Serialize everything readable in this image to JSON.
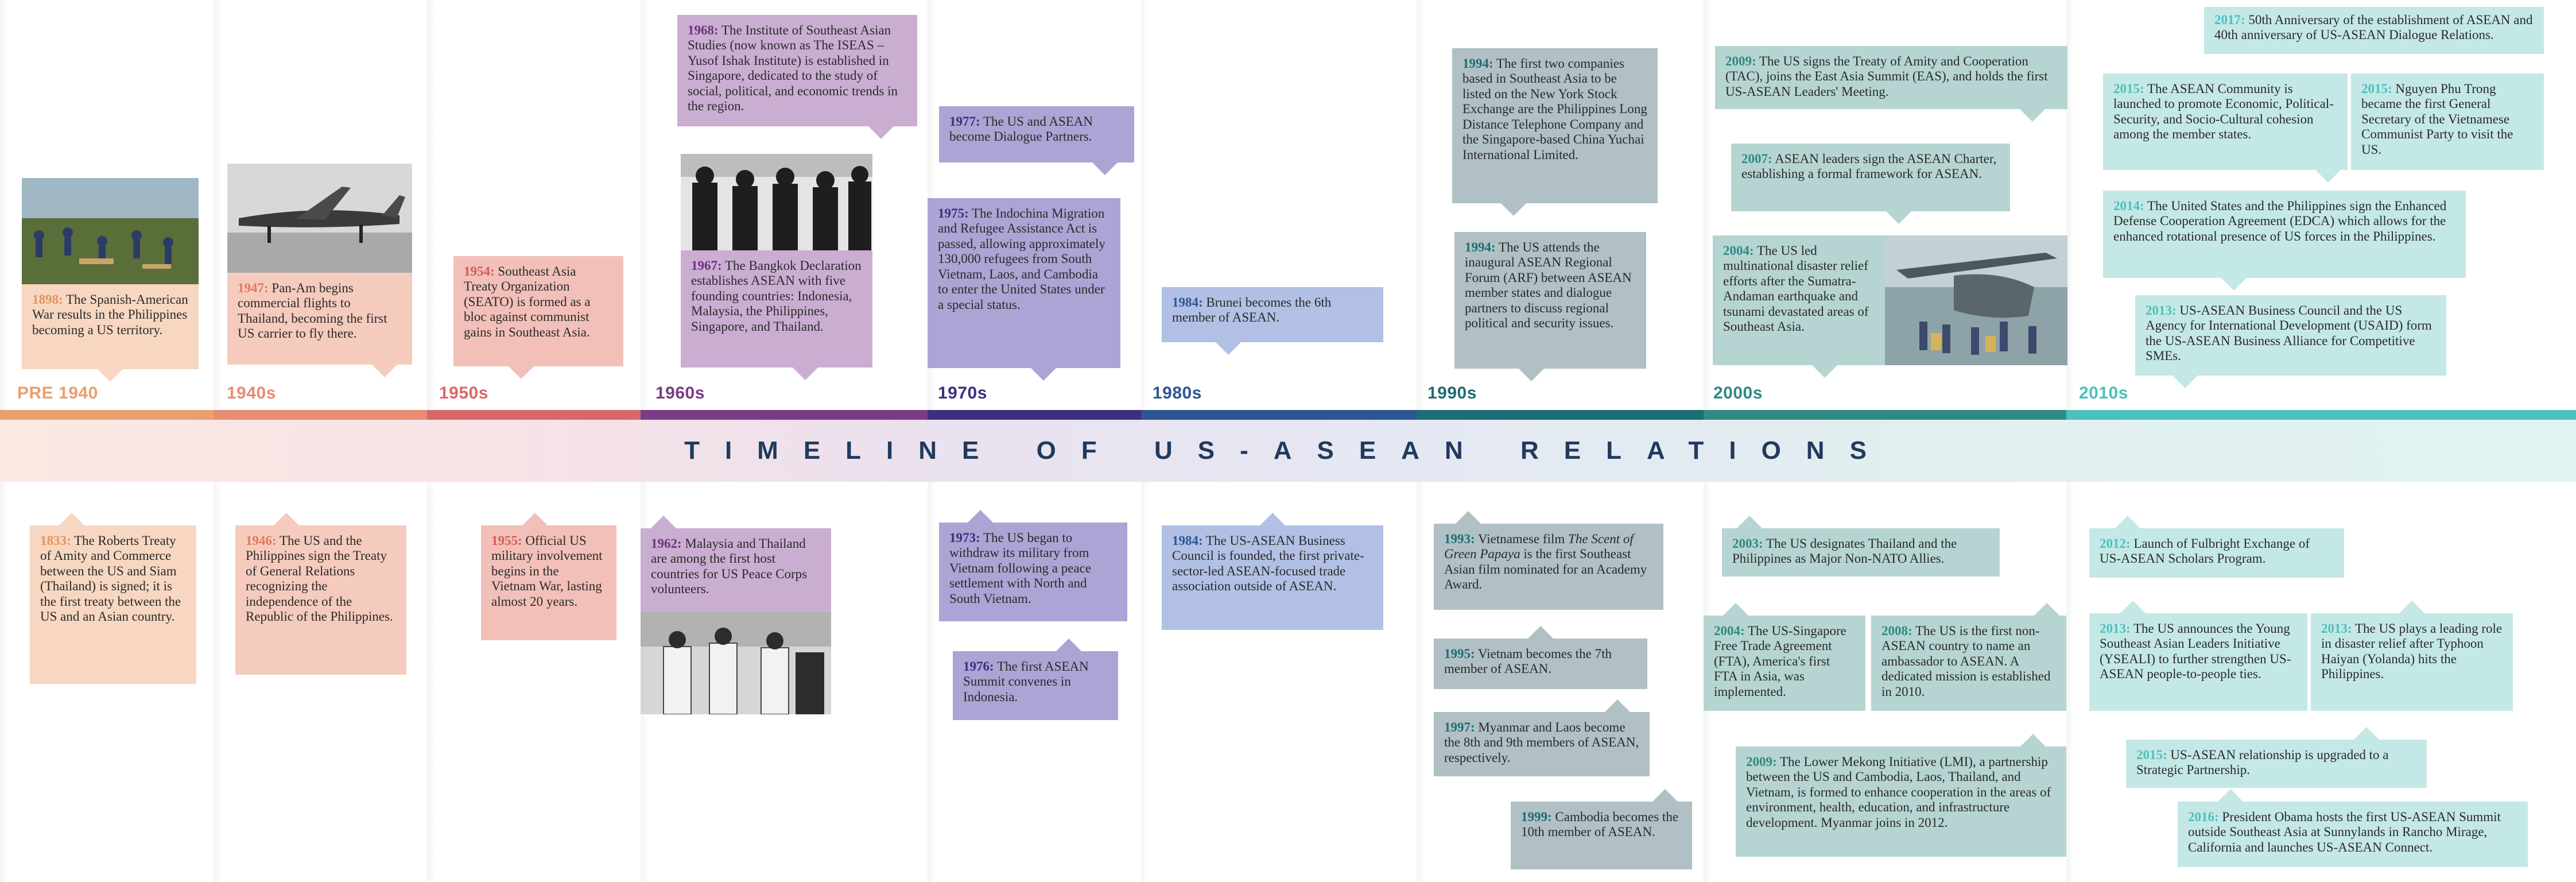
{
  "title": "TIMELINE OF US-ASEAN RELATIONS",
  "colors": {
    "pre1940": "#e9a06c",
    "1940s": "#e88c72",
    "1950s": "#d9676a",
    "1960s": "#7a3b86",
    "1970s": "#3c2f7f",
    "1980s": "#2d5591",
    "1990s": "#1d6d74",
    "2000s": "#2f8a82",
    "2010s": "#4cc0bb"
  },
  "decades": [
    "PRE 1940",
    "1940s",
    "1950s",
    "1960s",
    "1970s",
    "1980s",
    "1990s",
    "2000s",
    "2010s"
  ],
  "events": {
    "e1898": {
      "year": "1898:",
      "text": " The Spanish-American War results in the Philippines becoming a US territory."
    },
    "e1947": {
      "year": "1947:",
      "text": " Pan-Am begins commercial flights to Thailand, becoming the first US carrier to fly there."
    },
    "e1954": {
      "year": "1954:",
      "text": " Southeast Asia Treaty Organization (SEATO) is formed as a bloc against communist gains in Southeast Asia."
    },
    "e1968": {
      "year": "1968:",
      "text": " The Institute of Southeast Asian Studies (now known as The ISEAS – Yusof Ishak Institute) is established in Singapore, dedicated to the study of social, political, and economic trends in the region."
    },
    "e1967": {
      "year": "1967:",
      "text": " The Bangkok Declaration establishes ASEAN with five founding countries: Indonesia, Malaysia, the Philippines, Singapore, and Thailand."
    },
    "e1977": {
      "year": "1977:",
      "text": " The US and ASEAN become Dialogue Partners."
    },
    "e1975": {
      "year": "1975:",
      "text": " The Indochina Migration and Refugee Assistance Act is passed, allowing approximately 130,000 refugees from South Vietnam, Laos, and Cambodia to enter the United States under a special status."
    },
    "e1984a": {
      "year": "1984:",
      "text": " Brunei becomes the 6th member of ASEAN."
    },
    "e1994a": {
      "year": "1994:",
      "text": " The first two companies based in Southeast Asia to be listed on the New York Stock Exchange are the Philippines Long Distance Telephone Company and the Singapore-based China Yuchai International Limited."
    },
    "e1994b": {
      "year": "1994:",
      "text": " The US attends the inaugural ASEAN Regional Forum (ARF) between ASEAN member states and dialogue partners to discuss regional political and security issues."
    },
    "e2009a": {
      "year": "2009:",
      "text": " The US signs the Treaty of Amity and Cooperation (TAC), joins the East Asia Summit (EAS), and holds the first US-ASEAN Leaders' Meeting."
    },
    "e2007": {
      "year": "2007:",
      "text": " ASEAN leaders sign the ASEAN Charter, establishing a formal framework for ASEAN."
    },
    "e2004a": {
      "year": "2004:",
      "text": " The US led multinational disaster relief efforts after the Sumatra-Andaman earthquake and tsunami devastated areas of Southeast Asia."
    },
    "e2017": {
      "year": "2017:",
      "text": " 50th Anniversary of the establishment of ASEAN and 40th anniversary of US-ASEAN Dialogue Relations."
    },
    "e2015a": {
      "year": "2015:",
      "text": " The ASEAN Community is launched to promote Economic, Political-Security, and Socio-Cultural cohesion among the member states."
    },
    "e2015b": {
      "year": "2015:",
      "text": " Nguyen Phu Trong became the first General Secretary of the Vietnamese Communist Party to visit the US."
    },
    "e2014": {
      "year": "2014:",
      "text": " The United States and the Philippines sign the Enhanced Defense Cooperation Agreement (EDCA) which allows for the enhanced rotational presence of US forces in the Philippines."
    },
    "e2013a": {
      "year": "2013:",
      "text": " US-ASEAN Business Council and the US Agency for International Development (USAID) form the US-ASEAN Business Alliance for Competitive SMEs."
    },
    "e1833": {
      "year": "1833:",
      "text": " The Roberts Treaty of Amity and Commerce between the US and Siam (Thailand) is signed; it is the first treaty between the US and an Asian country."
    },
    "e1946": {
      "year": "1946:",
      "text": " The US and the Philippines sign the Treaty of General Relations recognizing the independence of the Republic of the Philippines."
    },
    "e1955": {
      "year": "1955:",
      "text": " Official US military involvement begins in the Vietnam War, lasting almost 20 years."
    },
    "e1962": {
      "year": "1962:",
      "text": " Malaysia and Thailand are among the first host countries for US Peace Corps volunteers."
    },
    "e1973": {
      "year": "1973:",
      "text": " The US began to withdraw its military from Vietnam following a peace settlement with North and South Vietnam."
    },
    "e1976": {
      "year": "1976:",
      "text": " The first ASEAN Summit convenes in Indonesia."
    },
    "e1984b": {
      "year": "1984:",
      "text": " The US-ASEAN Business Council is founded, the first private-sector-led ASEAN-focused trade association outside of ASEAN."
    },
    "e1993": {
      "year": "1993:",
      "text_pre": " Vietnamese film ",
      "text_em": "The Scent of Green Papaya",
      "text_post": " is the first Southeast Asian film nominated for an Academy Award."
    },
    "e1995": {
      "year": "1995:",
      "text": " Vietnam becomes the 7th member of ASEAN."
    },
    "e1997": {
      "year": "1997:",
      "text": " Myanmar and Laos become the 8th and 9th members of ASEAN, respectively."
    },
    "e1999": {
      "year": "1999:",
      "text": " Cambodia becomes the 10th member of ASEAN."
    },
    "e2003": {
      "year": "2003:",
      "text": " The US designates Thailand and the Philippines as Major Non-NATO Allies."
    },
    "e2004b": {
      "year": "2004:",
      "text": " The US-Singapore Free Trade Agreement (FTA), America's first FTA in Asia, was implemented."
    },
    "e2008": {
      "year": "2008:",
      "text": " The US is the first non-ASEAN country to name an ambassador to ASEAN. A dedicated mission is established in 2010."
    },
    "e2009b": {
      "year": "2009:",
      "text": " The Lower Mekong Initiative (LMI), a partnership between the US and Cambodia, Laos, Thailand, and Vietnam, is formed to enhance cooperation in the areas of environment, health, education, and infrastructure development. Myanmar joins in 2012."
    },
    "e2012": {
      "year": "2012:",
      "text": " Launch of Fulbright Exchange of US-ASEAN Scholars Program."
    },
    "e2013b": {
      "year": "2013:",
      "text": " The US announces the Young Southeast Asian Leaders Initiative (YSEALI) to further strengthen US-ASEAN people-to-people ties."
    },
    "e2013c": {
      "year": "2013:",
      "text": " The US plays a leading role in disaster relief after Typhoon Haiyan (Yolanda) hits the Philippines."
    },
    "e2015c": {
      "year": "2015:",
      "text": " US-ASEAN relationship is upgraded to a Strategic Partnership."
    },
    "e2016": {
      "year": "2016:",
      "text": " President Obama hosts the first US-ASEAN Summit outside Southeast Asia at Sunnylands in Rancho Mirage, California and launches US-ASEAN Connect."
    }
  }
}
